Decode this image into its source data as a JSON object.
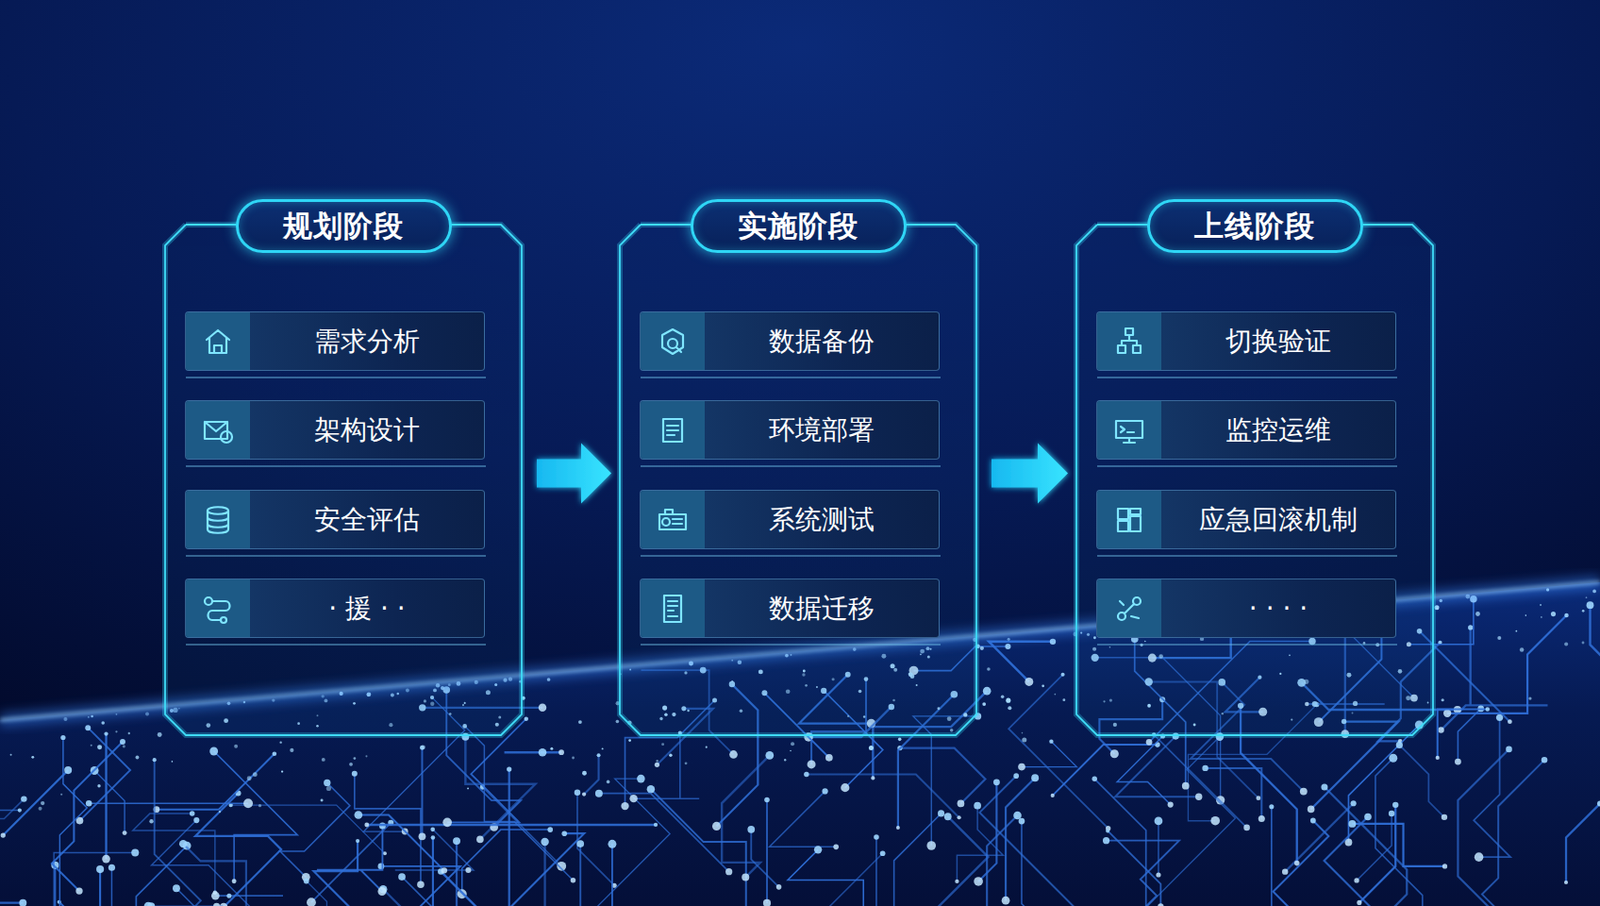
{
  "diagram": {
    "nodes": [
      {
        "text": [
          "规划阶段"
        ]
      },
      {
        "text": [
          "需求分析"
        ],
        "in": 0
      },
      {
        "text": [
          "架构设计"
        ],
        "in": 0
      },
      {
        "text": [
          "安全评估"
        ],
        "in": 0
      },
      {
        "text": [
          "· 援 · ·"
        ],
        "in": 0
      },
      {
        "text": [
          "实施阶段"
        ]
      },
      {
        "text": [
          "数据备份"
        ],
        "in": 5
      },
      {
        "text": [
          "环境部署"
        ],
        "in": 5
      },
      {
        "text": [
          "系统测试"
        ],
        "in": 5
      },
      {
        "text": [
          "数据迁移"
        ],
        "in": 5
      },
      {
        "text": [
          "上线阶段"
        ]
      },
      {
        "text": [
          "切换验证"
        ],
        "in": 10
      },
      {
        "text": [
          "监控运维"
        ],
        "in": 10
      },
      {
        "text": [
          "应急回滚机制"
        ],
        "in": 10
      },
      {
        "text": [
          "· · · ·"
        ],
        "in": 10
      }
    ],
    "edges": [
      {
        "from": 0,
        "to": 5,
        "arrow": "to"
      },
      {
        "from": 5,
        "to": 10,
        "arrow": "to"
      }
    ]
  }
}
